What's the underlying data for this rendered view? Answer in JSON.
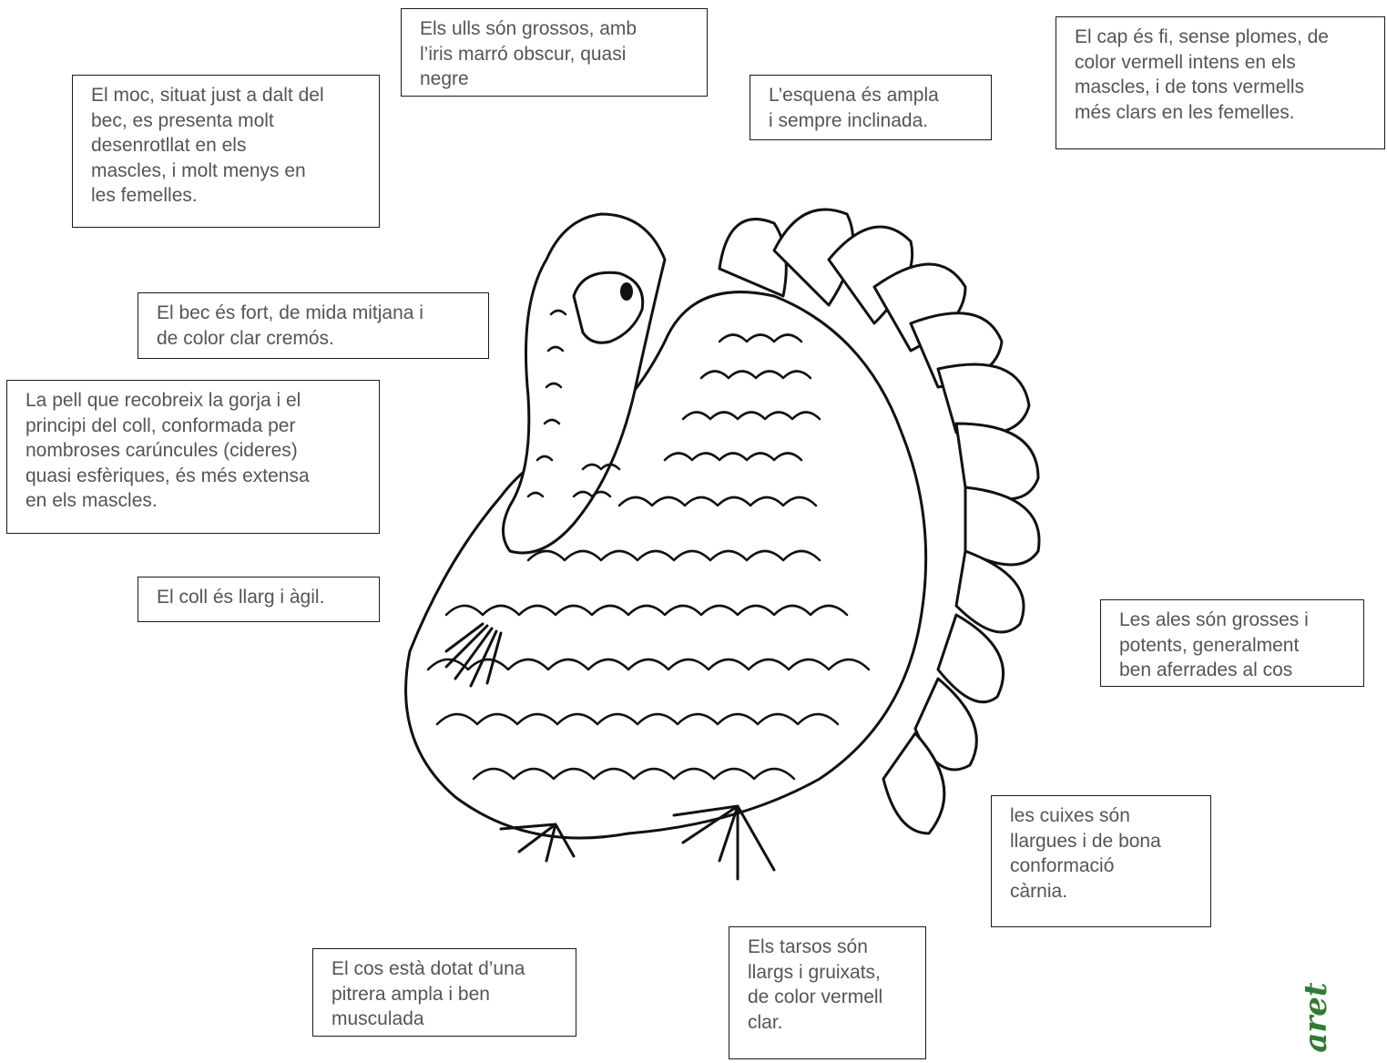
{
  "labels": {
    "ulls": "Els ulls són grossos, amb\nl’iris marró obscur, quasi\nnegre",
    "moc": "El moc, situat just a dalt del\nbec, es presenta molt\ndesenrotllat en els\nmascles, i molt menys en\nles femelles.",
    "esquena": "L’esquena és ampla\ni sempre inclinada.",
    "cap": "El cap és fi, sense plomes, de\ncolor vermell intens en els\nmascles, i de tons vermells\nmés clars en les femelles.",
    "bec": "El bec és fort, de mida mitjana i\nde color clar cremós.",
    "pell": "La pell que recobreix la gorja i el\nprincipi del coll, conformada per\nnombroses carúncules (cideres)\nquasi esfèriques, és més extensa\nen els mascles.",
    "coll": "El coll és llarg i àgil.",
    "ales": "Les ales són grosses i\npotents, generalment\nben aferrades al cos",
    "cuixes": "les cuixes són\nllargues i de bona\nconformació\ncàrnia.",
    "cos": "El cos està dotat d’una\npitrera ampla i ben\nmusculada",
    "tarsos": "Els tarsos són\nllargs i gruixats,\nde color vermell\nclar."
  },
  "watermark": "aret",
  "colors": {
    "text": "#555555",
    "border": "#1a1a1a",
    "watermark": "#2e7d32"
  }
}
